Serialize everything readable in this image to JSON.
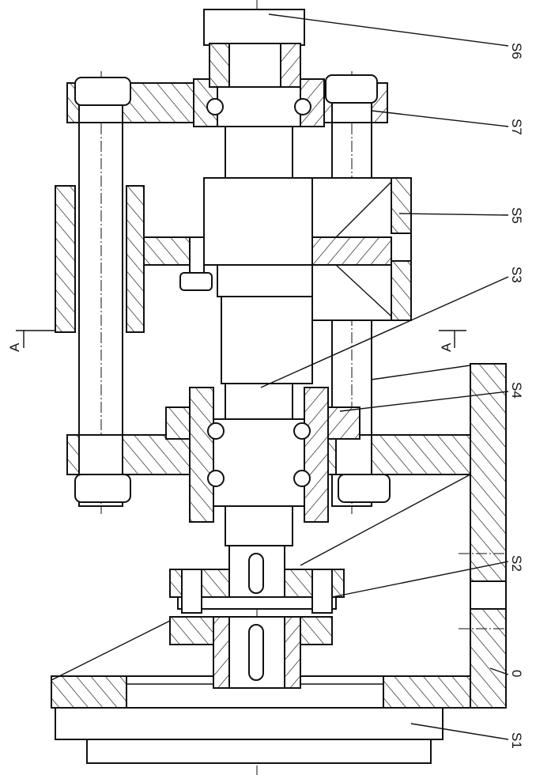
{
  "labels": {
    "s6": "S6",
    "s7": "S7",
    "s5": "S5",
    "s3": "S3",
    "s4": "S4",
    "s2": "S2",
    "frame": "0",
    "s1": "S1",
    "section_left": "A",
    "section_right": "A"
  },
  "colors": {
    "ink": "#111111",
    "paper": "#ffffff"
  }
}
